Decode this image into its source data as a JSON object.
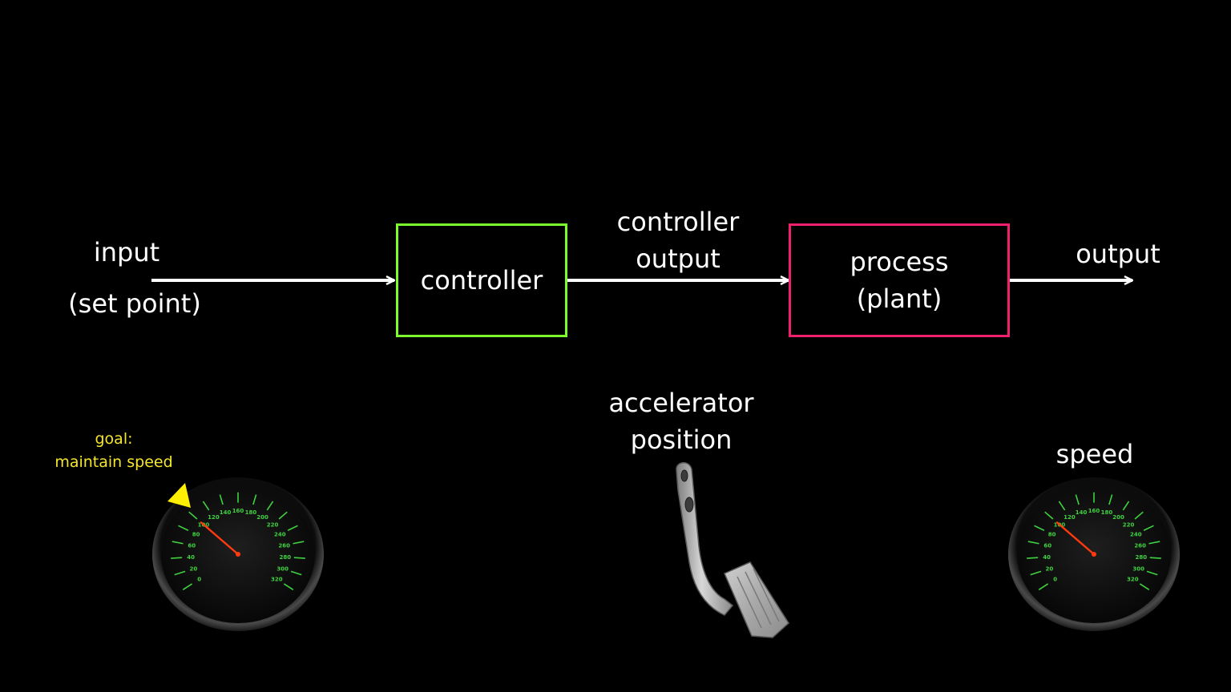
{
  "diagram": {
    "input": {
      "label": "input",
      "sublabel": "(set point)"
    },
    "controller": {
      "label": "controller",
      "border_color": "#7cfc2e"
    },
    "controller_output": {
      "line1": "controller",
      "line2": "output"
    },
    "process": {
      "line1": "process",
      "line2": "(plant)",
      "border_color": "#f0206e"
    },
    "output": {
      "label": "output"
    },
    "arrow_color": "#ffffff"
  },
  "examples": {
    "goal": {
      "line1": "goal:",
      "line2": "maintain speed",
      "color": "#f5e62a",
      "marker_color": "#ffef00"
    },
    "accelerator": {
      "line1": "accelerator",
      "line2": "position"
    },
    "speed": {
      "label": "speed"
    }
  },
  "speedometer": {
    "tick_labels": [
      "0",
      "20",
      "40",
      "60",
      "80",
      "100",
      "120",
      "140",
      "160",
      "180",
      "200",
      "220",
      "240",
      "260",
      "280",
      "300",
      "320"
    ],
    "needle_value": 100,
    "scale_color": "#3fd23f",
    "needle_color": "#ff3a10"
  }
}
